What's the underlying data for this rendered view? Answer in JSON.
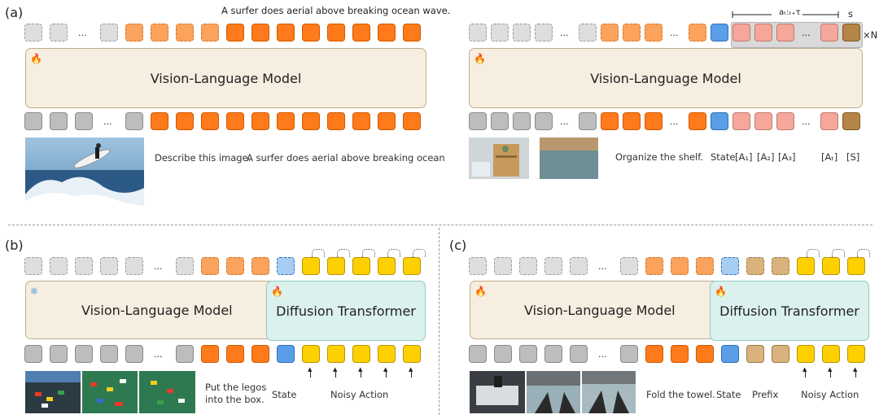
{
  "colors": {
    "gray": "#bdbdbd",
    "gray_border": "#8a8a8a",
    "light_gray": "#dedede",
    "light_gray_border": "#9a9a9a",
    "orange": "#ff7a1a",
    "orange_border": "#d05a00",
    "light_orange": "#fba35d",
    "light_orange_border": "#d0762e",
    "blue": "#5a9ee8",
    "blue_border": "#3070b8",
    "light_blue": "#a8cdf2",
    "pink": "#f4a79a",
    "pink_border": "#c07a6c",
    "brown": "#b58447",
    "brown_border": "#7e5a2a",
    "tan": "#d9b27c",
    "tan_border": "#9a7a48",
    "yellow": "#ffd000",
    "yellow_border": "#b89400"
  },
  "panel_a": {
    "label": "(a)",
    "output_caption": "A surfer does aerial above breaking ocean wave.",
    "left_model": "Vision-Language Model",
    "right_model": "Vision-Language Model",
    "left_prompt": "Describe this image.",
    "left_answer": "A surfer does aerial above breaking ocean",
    "right_prompt": "Organize the shelf.",
    "right_state": "State",
    "right_tokens": [
      "[A₁]",
      "[A₂]",
      "[A₃]",
      "[Aₜ]",
      "[S]"
    ],
    "brace_a": "aₜ:ₜ₊τ",
    "brace_s": "s",
    "repeat": "×N",
    "ellipsis": "..."
  },
  "panel_b": {
    "label": "(b)",
    "vlm": "Vision-Language Model",
    "dit": "Diffusion Transformer",
    "prompt": "Put the legos into the box.",
    "state": "State",
    "noisy": "Noisy Action",
    "ellipsis": "..."
  },
  "panel_c": {
    "label": "(c)",
    "vlm": "Vision-Language Model",
    "dit": "Diffusion Transformer",
    "prompt": "Fold the towel.",
    "state": "State",
    "prefix": "Prefix",
    "noisy": "Noisy Action",
    "ellipsis": "..."
  },
  "icons": {
    "trainable": "fire-icon",
    "frozen": "snowflake-icon"
  }
}
